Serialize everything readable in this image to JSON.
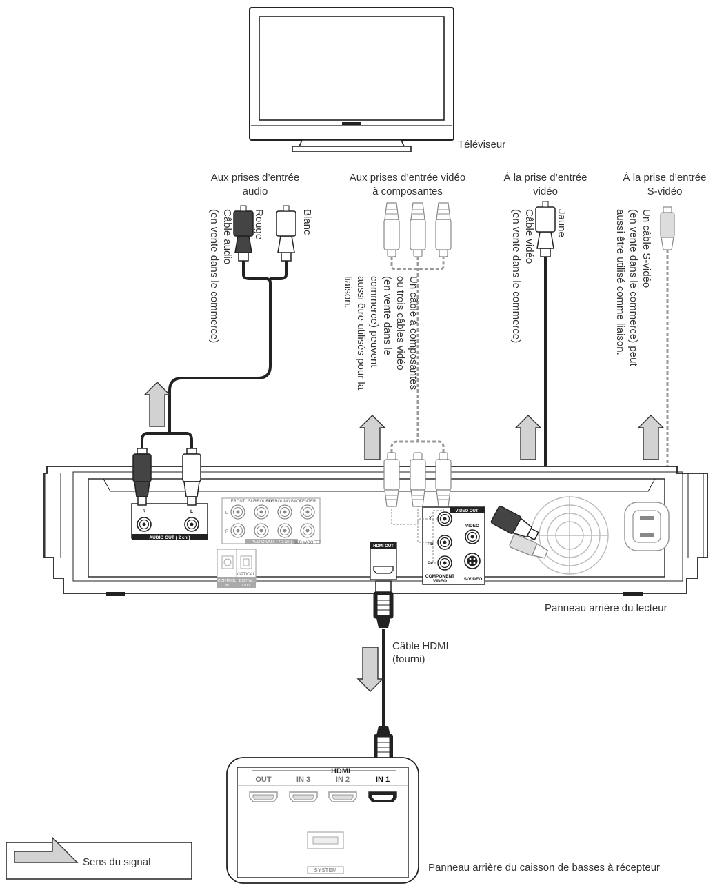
{
  "tv_label": "Téléviseur",
  "labels": {
    "audio_in": [
      "Aux prises d’entrée",
      "audio"
    ],
    "component_in": [
      "Aux prises d’entrée vidéo",
      "à composantes"
    ],
    "video_in": [
      "À la prise d’entrée",
      "vidéo"
    ],
    "svideo_in": [
      "À la prise d’entrée",
      "S-vidéo"
    ]
  },
  "vertical_notes": {
    "rouge": "Rouge",
    "blanc": "Blanc",
    "audio_cable": [
      "Câble audio",
      "(en vente dans le commerce)"
    ],
    "component_note": [
      "Un câble à composantes",
      "ou trois câbles vidéo",
      "(en vente dans le",
      "commerce) peuvent",
      "aussi être utilisés pour la",
      "liaison."
    ],
    "jaune": "Jaune",
    "video_cable": [
      "Câble vidéo",
      "(en vente dans le commerce)"
    ],
    "svideo_note": [
      "Un câble S-vidéo",
      "(en vente dans le commerce) peut",
      "aussi être utilisé comme liaison."
    ]
  },
  "player": {
    "caption": "Panneau arrière du lecteur",
    "audio_r": "R",
    "audio_l": "L",
    "audio_out_2ch": "AUDIO OUT ( 2 ch )",
    "ch71_headers": [
      "FRONT",
      "SURROUND",
      "SURROUND BACK",
      "CENTER"
    ],
    "ch71_side": [
      "L",
      "R"
    ],
    "audio_out_71": "AUDIO OUT ( 7.1 ch )",
    "sub_woofer": "SUB WOOFER",
    "optical": "OPTICAL",
    "control_in": [
      "CONTROL",
      "IN"
    ],
    "digital_out": [
      "DIGITAL",
      "OUT"
    ],
    "hdmi_out": "HDMI OUT",
    "video_out": "VIDEO OUT",
    "comp_y": "Y",
    "comp_pb": "Pʙ",
    "comp_pr": "Pʀ",
    "video": "VIDEO",
    "component_video": [
      "COMPONENT",
      "VIDEO"
    ],
    "s_video": "S-VIDEO"
  },
  "hdmi_cable": [
    "Câble HDMI",
    "(fourni)"
  ],
  "receiver": {
    "caption": "Panneau arrière du caisson de basses à récepteur",
    "hdmi_title": "HDMI",
    "ports": [
      "OUT",
      "IN 3",
      "IN 2",
      "IN 1"
    ],
    "system": "SYSTEM"
  },
  "legend": {
    "signal_direction": "Sens du signal"
  },
  "colors": {
    "line": "#222222",
    "plug_gray": "#cfcfcf",
    "arrow_fill": "#cfcfcf",
    "red_plug": "#555555"
  }
}
